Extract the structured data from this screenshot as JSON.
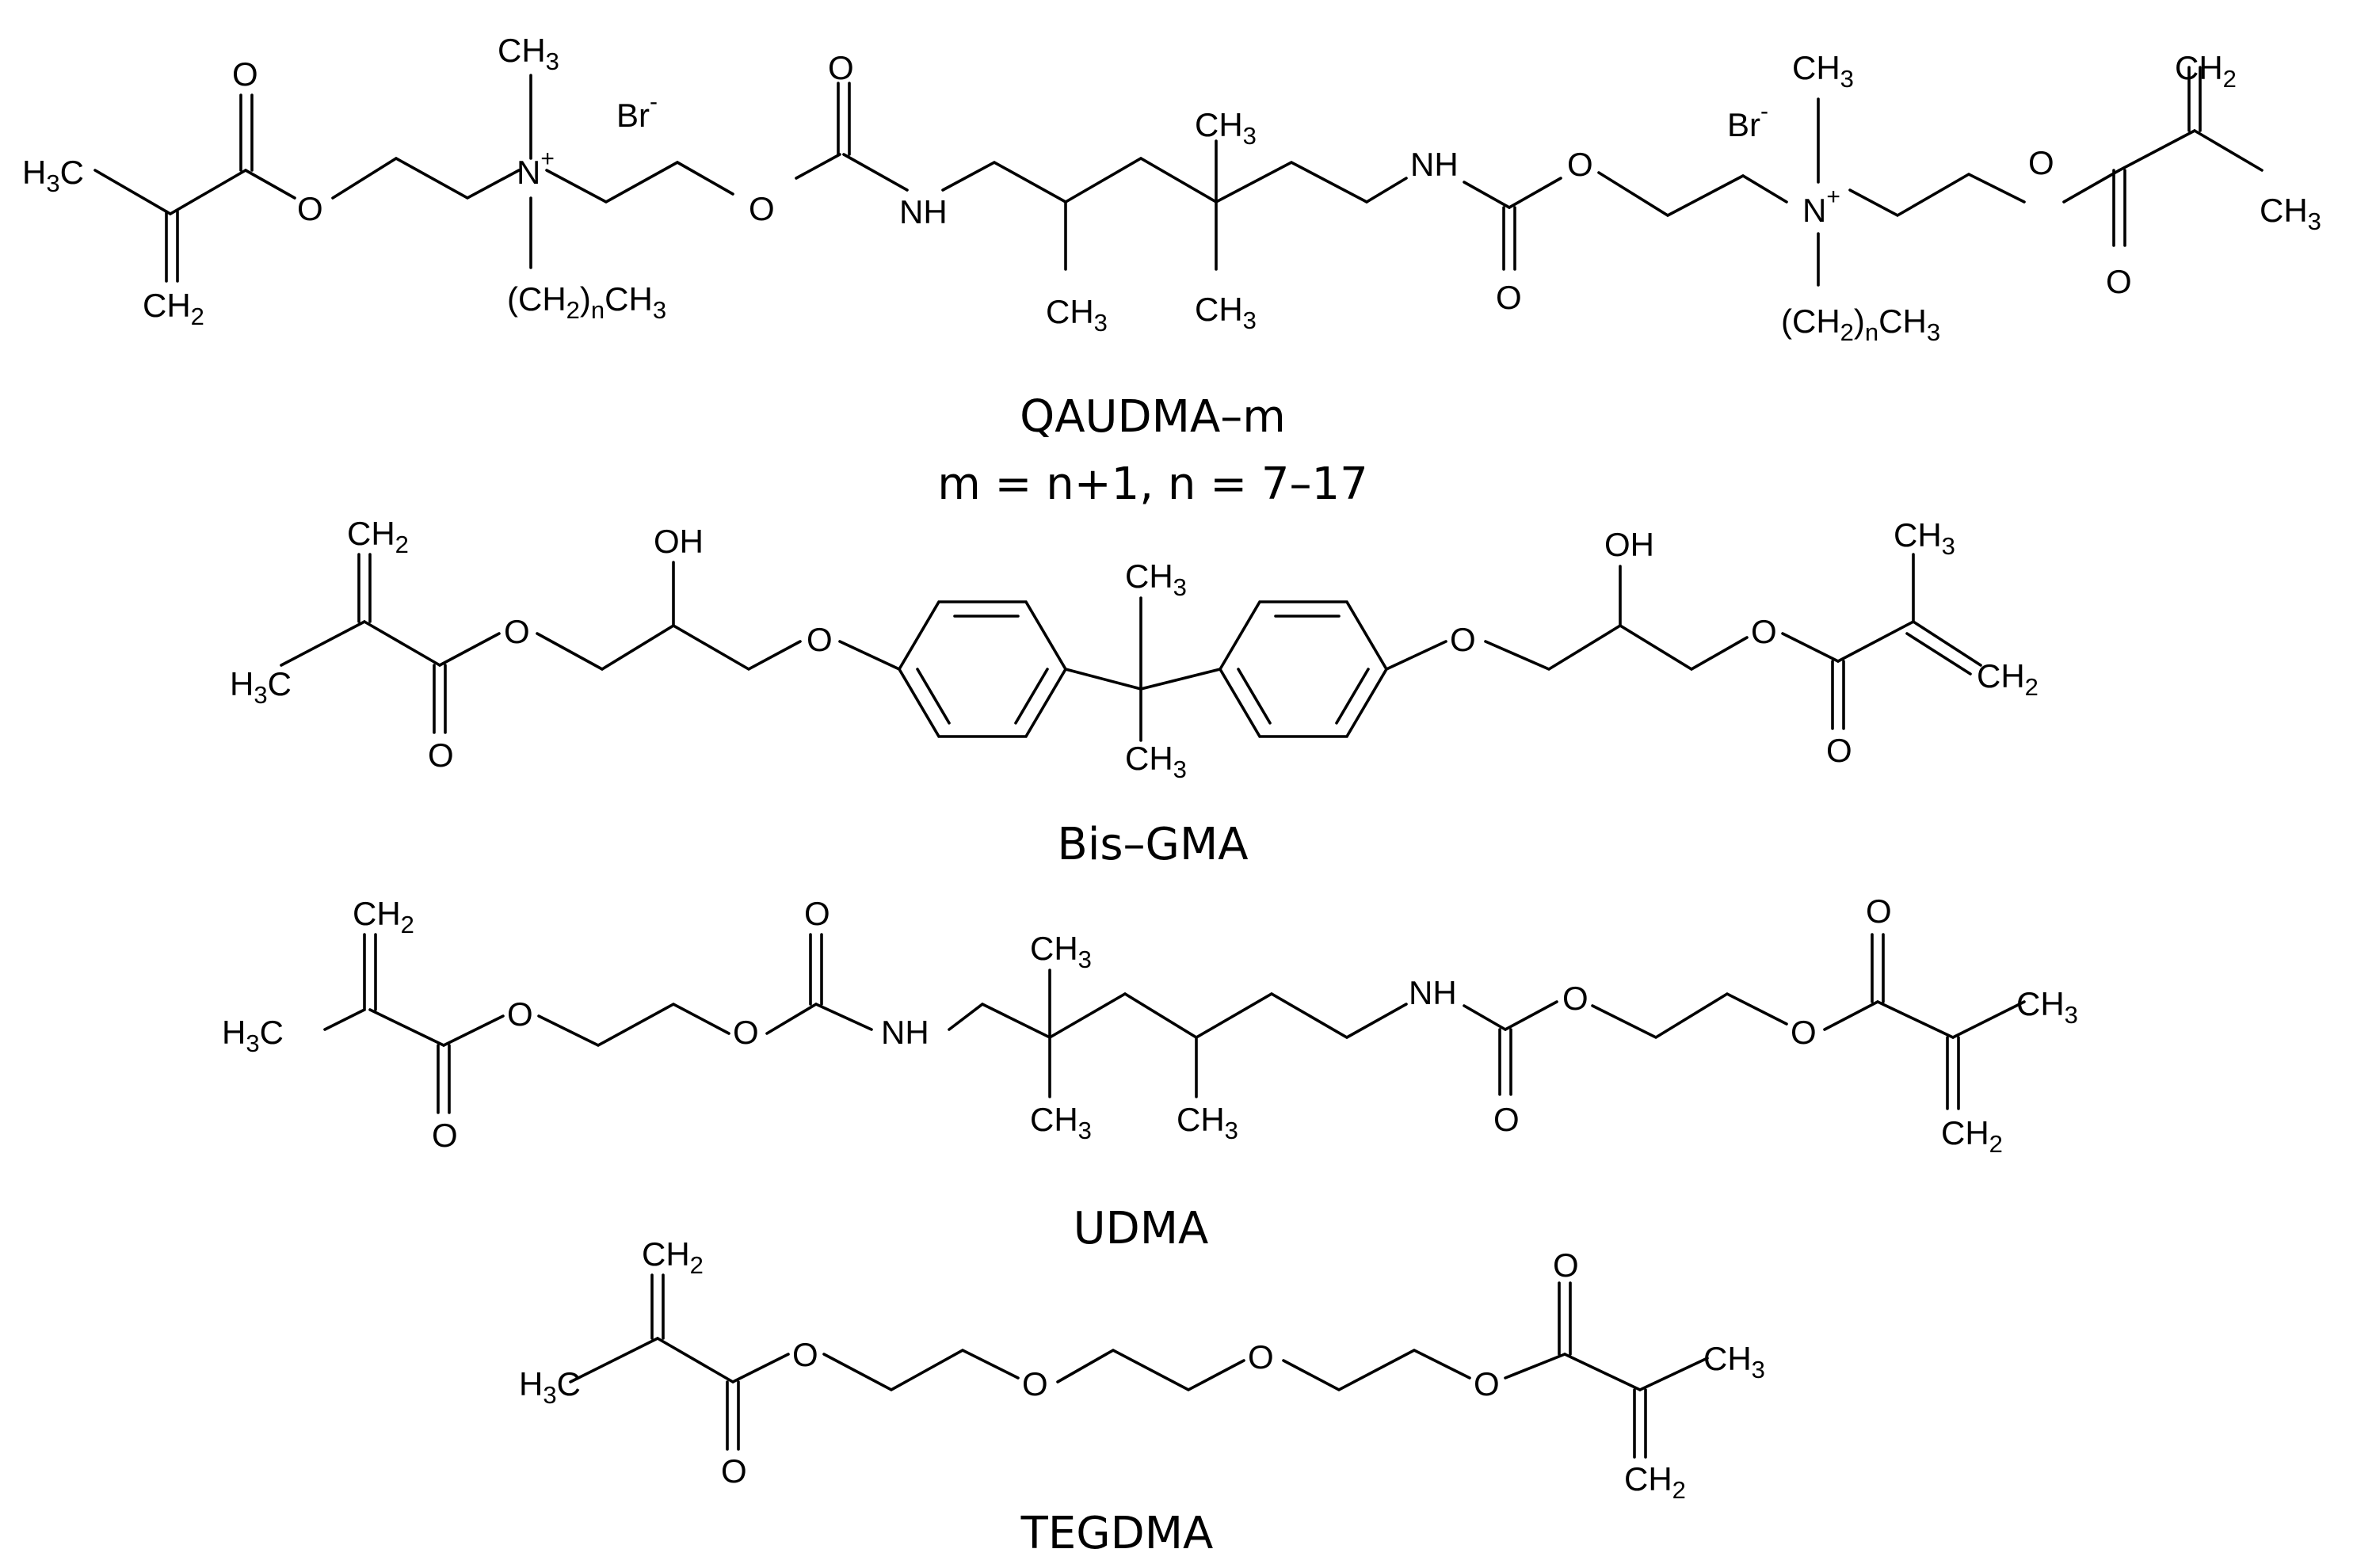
{
  "colors": {
    "ink": "#000000",
    "background": "#ffffff"
  },
  "captions": {
    "qaudma_name": "QAUDMA–m",
    "qaudma_note": "m = n+1, n = 7–17",
    "bisgma_name": "Bis–GMA",
    "udma_name": "UDMA",
    "tegdma_name": "TEGDMA"
  },
  "molecules": [
    {
      "name": "QAUDMA–m",
      "labels": [
        "H3C",
        "CH2",
        "O",
        "O",
        "CH3",
        "N+",
        "Br-",
        "(CH2)nCH3",
        "O",
        "O",
        "NH",
        "CH3",
        "CH3",
        "CH3",
        "NH",
        "O",
        "O",
        "Br-",
        "CH3",
        "N+",
        "(CH2)nCH3",
        "O",
        "O",
        "CH2",
        "CH3"
      ]
    },
    {
      "name": "Bis–GMA",
      "labels": [
        "CH2",
        "H3C",
        "O",
        "O",
        "OH",
        "O",
        "CH3",
        "CH3",
        "O",
        "OH",
        "O",
        "O",
        "CH3",
        "CH2"
      ]
    },
    {
      "name": "UDMA",
      "labels": [
        "CH2",
        "H3C",
        "O",
        "O",
        "O",
        "O",
        "NH",
        "CH3",
        "CH3",
        "CH3",
        "NH",
        "O",
        "O",
        "O",
        "O",
        "CH3",
        "CH2"
      ]
    },
    {
      "name": "TEGDMA",
      "labels": [
        "CH2",
        "H3C",
        "O",
        "O",
        "O",
        "O",
        "O",
        "O",
        "CH3",
        "CH2"
      ]
    }
  ]
}
